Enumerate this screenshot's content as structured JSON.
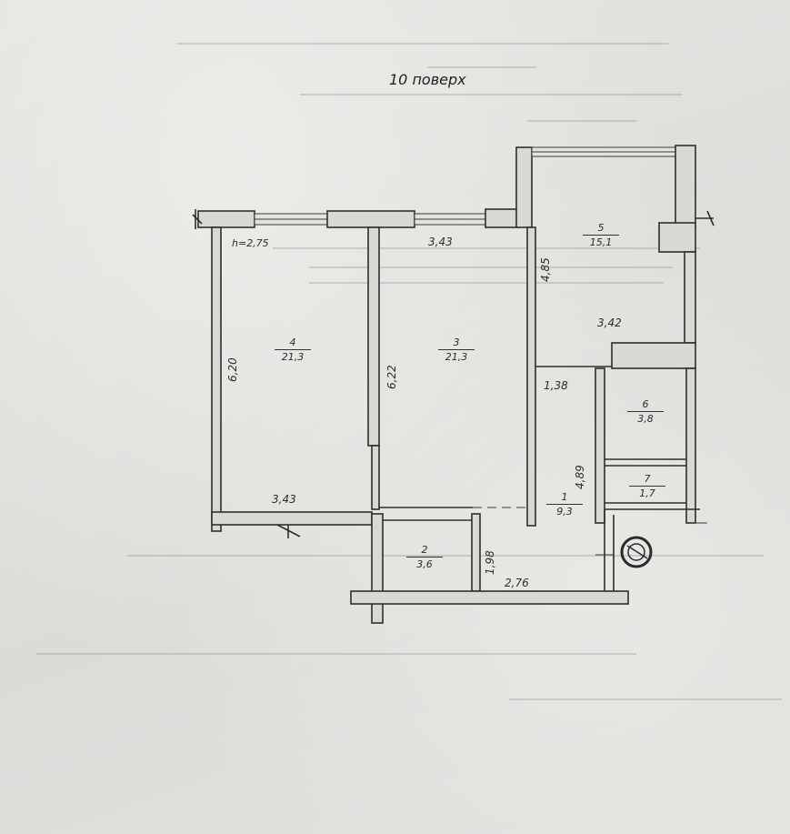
{
  "floor_title": "10 поверх",
  "ceiling_height": "h=2,75",
  "rooms": [
    {
      "number": "1",
      "area": "9,3"
    },
    {
      "number": "2",
      "area": "3,6"
    },
    {
      "number": "3",
      "area": "21,3"
    },
    {
      "number": "4",
      "area": "21,3"
    },
    {
      "number": "5",
      "area": "15,1"
    },
    {
      "number": "6",
      "area": "3,8"
    },
    {
      "number": "7",
      "area": "1,7"
    }
  ],
  "dimensions": {
    "room3_width_top": "3,43",
    "room4_height": "6,20",
    "room3_height": "6,22",
    "room4_width_bottom": "3,43",
    "room5_height": "4,85",
    "room5_width": "3,42",
    "hall_width_top": "1,38",
    "hall_height": "4,89",
    "room2_height": "1,98",
    "room2_width": "2,76"
  }
}
